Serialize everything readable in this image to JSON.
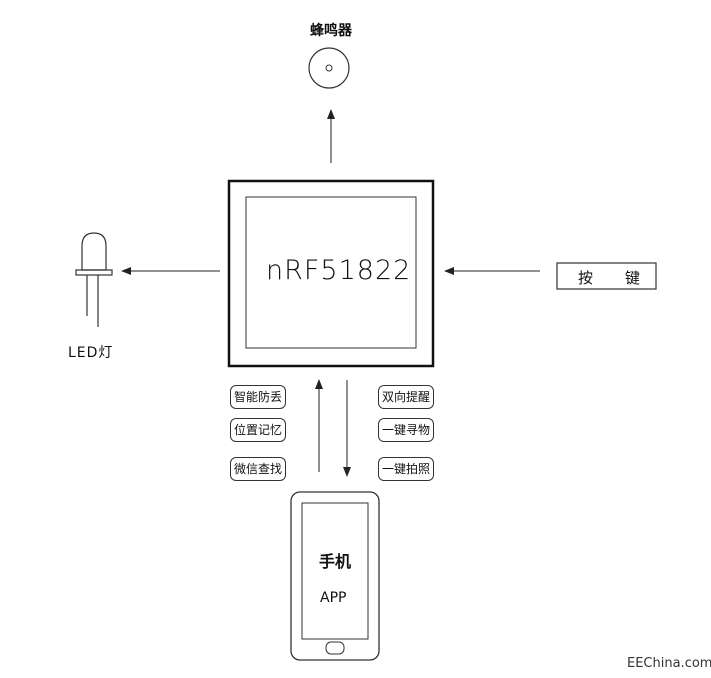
{
  "buzzer": {
    "label": "蜂鸣器"
  },
  "chip": {
    "label": "nRF51822"
  },
  "led": {
    "label": "LED灯"
  },
  "button": {
    "label_left": "按",
    "label_right": "键"
  },
  "features_left": [
    "智能防丢",
    "位置记忆",
    "微信查找"
  ],
  "features_right": [
    "双向提醒",
    "一键寻物",
    "一键拍照"
  ],
  "phone": {
    "line1": "手机",
    "line2": "APP"
  },
  "watermark": "EEChina.com"
}
